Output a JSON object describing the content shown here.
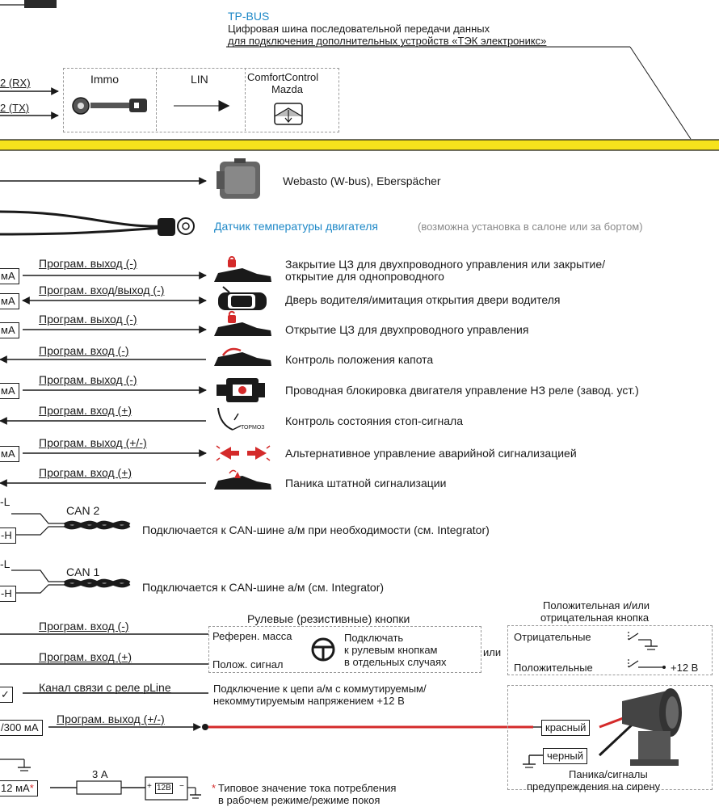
{
  "tpbus": {
    "title": "TP-BUS",
    "line1": "Цифровая шина последовательной передачи данных",
    "line2": "для подключения дополнительных устройств «ТЭК электроникс»"
  },
  "serial": {
    "rx": "2 (RX)",
    "tx": "2 (TX)",
    "immo": "Immo",
    "lin": "LIN",
    "comfort": "ComfortControl",
    "mazda": "Mazda"
  },
  "webasto": "Webasto (W-bus), Eberspächer",
  "temp_sensor": {
    "label": "Датчик температуры двигателя",
    "note": "(возможна установка в салоне или за бортом)"
  },
  "channels": [
    {
      "box": "мА",
      "wire": "Програм. выход (-)",
      "desc": "Закрытие ЦЗ для двухпроводного управления или закрытие/",
      "desc2": "открытие для однопроводного",
      "icon": "car-lock-icon"
    },
    {
      "box": "мА",
      "wire": "Програм. вход/выход (-)",
      "desc": "Дверь водителя/имитация открытия двери водителя",
      "icon": "car-door-icon"
    },
    {
      "box": "мА",
      "wire": "Програм. выход (-)",
      "desc": "Открытие ЦЗ для двухпроводного управления",
      "icon": "car-unlock-icon"
    },
    {
      "box": "",
      "wire": "Програм. вход (-)",
      "desc": "Контроль положения капота",
      "icon": "car-hood-icon"
    },
    {
      "box": "мА",
      "wire": "Програм. выход (-)",
      "desc": "Проводная блокировка двигателя управление НЗ реле (завод. уст.)",
      "icon": "engine-icon"
    },
    {
      "box": "",
      "wire": "Програм. вход (+)",
      "desc": "Контроль состояния стоп-сигнала",
      "icon": "brake-pedal-icon"
    },
    {
      "box": "мА",
      "wire": "Програм. выход (+/-)",
      "desc": "Альтернативное управление аварийной сигнализацией",
      "icon": "hazard-arrows-icon"
    },
    {
      "box": "",
      "wire": "Програм. вход (+)",
      "desc": "Паника штатной сигнализации",
      "icon": "car-panic-icon"
    }
  ],
  "brake_label": "ТОРМОЗ",
  "can2": {
    "l": "-L",
    "h": "-H",
    "name": "CAN 2",
    "desc": "Подключается к CAN-шине а/м при необходимости (см. Integrator)"
  },
  "can1": {
    "l": "-L",
    "h": "-H",
    "name": "CAN 1",
    "desc": "Подключается к CAN-шине а/м (см. Integrator)"
  },
  "steering": {
    "wire1": "Програм. вход (-)",
    "wire2": "Програм. вход (+)",
    "title": "Рулевые (резистивные) кнопки",
    "ref": "Референ. масса",
    "pos": "Полож. сигнал",
    "note1": "Подключать",
    "note2": "к рулевым кнопкам",
    "note3": "в отдельных случаях",
    "or": "или"
  },
  "button": {
    "title1": "Положительная и/или",
    "title2": "отрицательная кнопка",
    "neg": "Отрицательные",
    "pos": "Положительные",
    "v": "+12 В"
  },
  "pline": {
    "wire": "Канал связи с реле pLine",
    "desc1": "Подключение к цепи а/м с коммутируемым/",
    "desc2": "некоммутируемым напряжением +12 В"
  },
  "siren": {
    "box": "/300 мА",
    "wire": "Програм. выход (+/-)",
    "red": "красный",
    "black": "черный",
    "cap1": "Паника/сигналы",
    "cap2": "предупреждения на сирену"
  },
  "power": {
    "box": "12 мА",
    "star": "*",
    "fuse": "3 А",
    "battery": "12В",
    "note1": "Типовое значение тока потребления",
    "note2": "в рабочем режиме/режиме покоя"
  },
  "colors": {
    "yellow_bus": "#f6e21c",
    "accent_blue": "#1e88c7",
    "wire_red": "#d42a2a"
  }
}
